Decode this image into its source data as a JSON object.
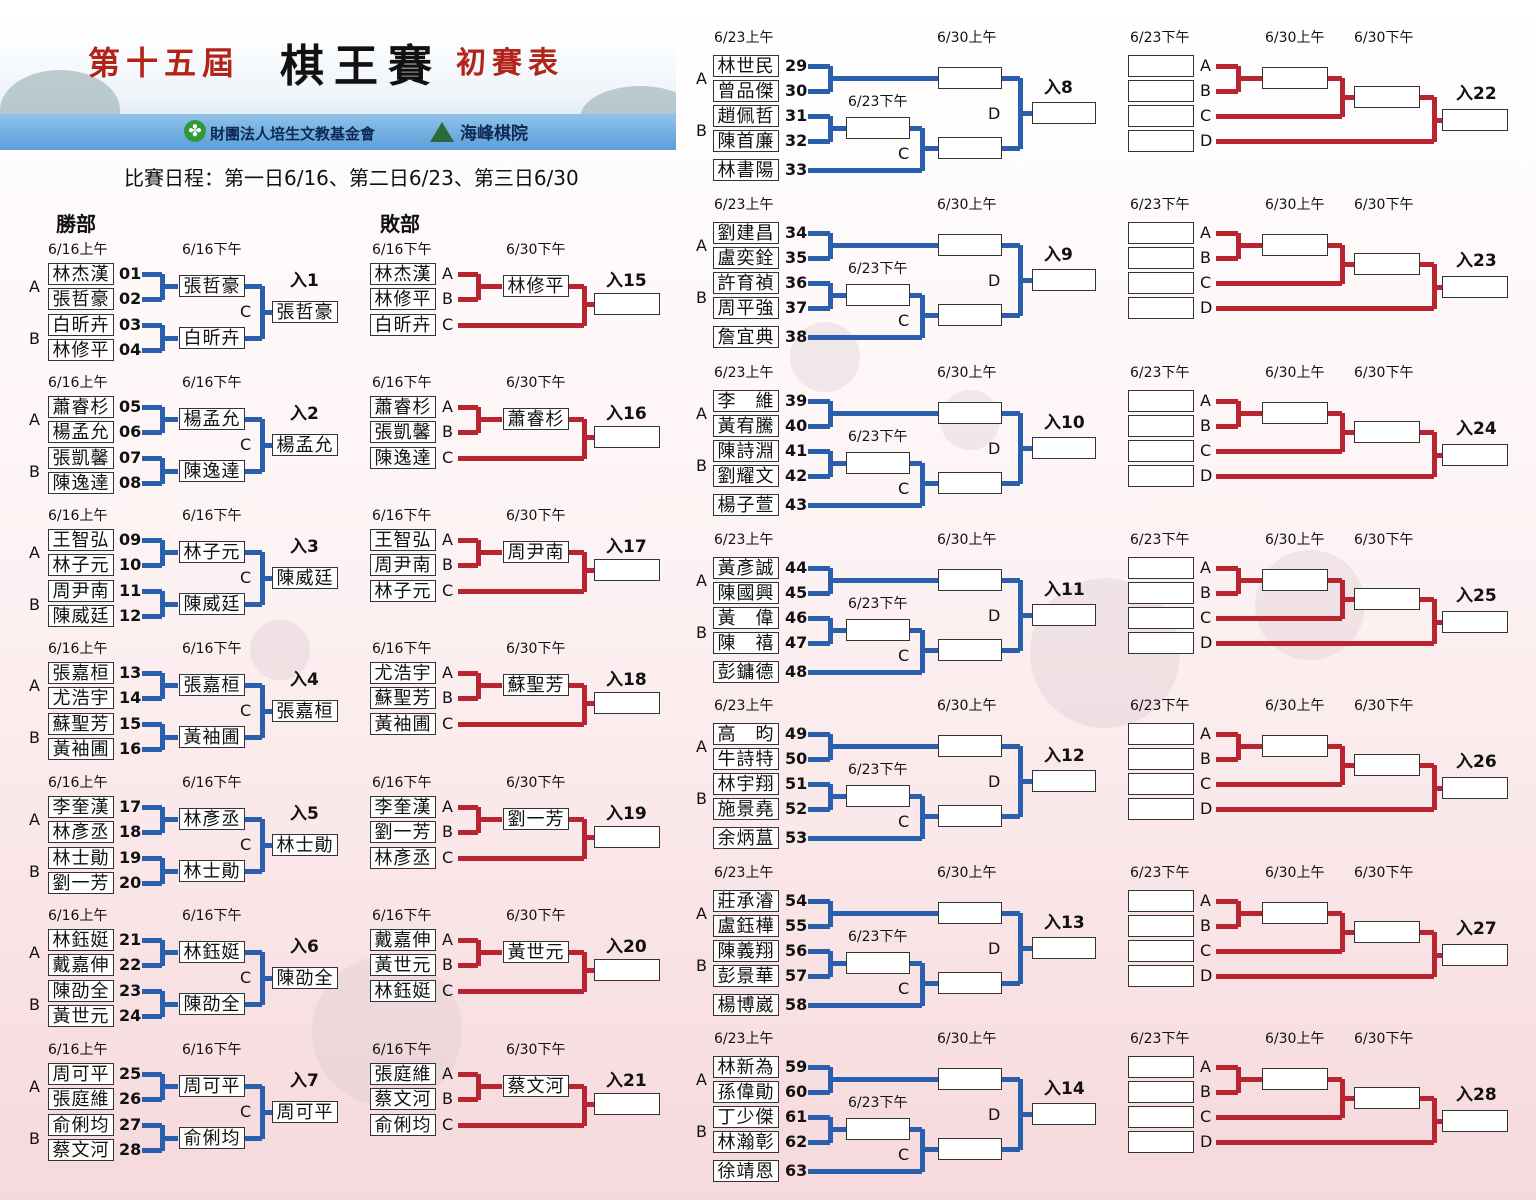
{
  "header": {
    "edition": "第十五屆",
    "title": "棋王賽",
    "subtitle": "初賽表",
    "foundation": "財團法人培生文教基金會",
    "school": "海峰棋院"
  },
  "schedule": "比賽日程：第一日6/16、第二日6/23、第三日6/30",
  "sections": {
    "winners": "勝部",
    "losers": "敗部"
  },
  "winners": [
    {
      "players": [
        "林杰漢",
        "張哲豪",
        "白昕卉",
        "林修平"
      ],
      "nums": [
        "01",
        "02",
        "03",
        "04"
      ],
      "r1": [
        "張哲豪",
        "白昕卉"
      ],
      "final": "張哲豪",
      "entry": "入1"
    },
    {
      "players": [
        "蕭睿杉",
        "楊孟允",
        "張凱馨",
        "陳逸達"
      ],
      "nums": [
        "05",
        "06",
        "07",
        "08"
      ],
      "r1": [
        "楊孟允",
        "陳逸達"
      ],
      "final": "楊孟允",
      "entry": "入2"
    },
    {
      "players": [
        "王智弘",
        "林子元",
        "周尹南",
        "陳威廷"
      ],
      "nums": [
        "09",
        "10",
        "11",
        "12"
      ],
      "r1": [
        "林子元",
        "陳威廷"
      ],
      "final": "陳威廷",
      "entry": "入3"
    },
    {
      "players": [
        "張嘉桓",
        "尤浩宇",
        "蘇聖芳",
        "黃袖圃"
      ],
      "nums": [
        "13",
        "14",
        "15",
        "16"
      ],
      "r1": [
        "張嘉桓",
        "黃袖圃"
      ],
      "final": "張嘉桓",
      "entry": "入4"
    },
    {
      "players": [
        "李奎漢",
        "林彥丞",
        "林士勛",
        "劉一芳"
      ],
      "nums": [
        "17",
        "18",
        "19",
        "20"
      ],
      "r1": [
        "林彥丞",
        "林士勛"
      ],
      "final": "林士勛",
      "entry": "入5"
    },
    {
      "players": [
        "林鈺娗",
        "戴嘉伸",
        "陳劭全",
        "黃世元"
      ],
      "nums": [
        "21",
        "22",
        "23",
        "24"
      ],
      "r1": [
        "林鈺娗",
        "陳劭全"
      ],
      "final": "陳劭全",
      "entry": "入6"
    },
    {
      "players": [
        "周可平",
        "張庭維",
        "俞俐均",
        "蔡文河"
      ],
      "nums": [
        "25",
        "26",
        "27",
        "28"
      ],
      "r1": [
        "周可平",
        "俞俐均"
      ],
      "final": "周可平",
      "entry": "入7"
    }
  ],
  "losers": [
    {
      "players": [
        "林杰漢",
        "林修平",
        "白昕卉"
      ],
      "winner": "林修平",
      "entry": "入15"
    },
    {
      "players": [
        "蕭睿杉",
        "張凱馨",
        "陳逸達"
      ],
      "winner": "蕭睿杉",
      "entry": "入16"
    },
    {
      "players": [
        "王智弘",
        "周尹南",
        "林子元"
      ],
      "winner": "周尹南",
      "entry": "入17"
    },
    {
      "players": [
        "尤浩宇",
        "蘇聖芳",
        "黃袖圃"
      ],
      "winner": "蘇聖芳",
      "entry": "入18"
    },
    {
      "players": [
        "李奎漢",
        "劉一芳",
        "林彥丞"
      ],
      "winner": "劉一芳",
      "entry": "入19"
    },
    {
      "players": [
        "戴嘉伸",
        "黃世元",
        "林鈺娗"
      ],
      "winner": "黃世元",
      "entry": "入20"
    },
    {
      "players": [
        "張庭維",
        "蔡文河",
        "俞俐均"
      ],
      "winner": "蔡文河",
      "entry": "入21"
    }
  ],
  "groups5": [
    {
      "players": [
        "林世民",
        "曾品傑",
        "趙佩哲",
        "陳首廉",
        "林書陽"
      ],
      "nums": [
        "29",
        "30",
        "31",
        "32",
        "33"
      ],
      "entry": "入8"
    },
    {
      "players": [
        "劉建昌",
        "盧奕銓",
        "許育禎",
        "周平強",
        "詹宜典"
      ],
      "nums": [
        "34",
        "35",
        "36",
        "37",
        "38"
      ],
      "entry": "入9"
    },
    {
      "players": [
        "李　維",
        "黃宥騰",
        "陳詩淵",
        "劉耀文",
        "楊子萱"
      ],
      "nums": [
        "39",
        "40",
        "41",
        "42",
        "43"
      ],
      "entry": "入10"
    },
    {
      "players": [
        "黃彥誠",
        "陳國興",
        "黃　偉",
        "陳　禧",
        "彭鏞德"
      ],
      "nums": [
        "44",
        "45",
        "46",
        "47",
        "48"
      ],
      "entry": "入11"
    },
    {
      "players": [
        "高　昀",
        "牛詩特",
        "林宇翔",
        "施景堯",
        "余炳蒀"
      ],
      "nums": [
        "49",
        "50",
        "51",
        "52",
        "53"
      ],
      "entry": "入12"
    },
    {
      "players": [
        "莊承濬",
        "盧鈺樺",
        "陳義翔",
        "彭景華",
        "楊博崴"
      ],
      "nums": [
        "54",
        "55",
        "56",
        "57",
        "58"
      ],
      "entry": "入13"
    },
    {
      "players": [
        "林新為",
        "孫偉勛",
        "丁少傑",
        "林瀚彰",
        "徐靖恩"
      ],
      "nums": [
        "59",
        "60",
        "61",
        "62",
        "63"
      ],
      "entry": "入14"
    }
  ],
  "right_entries": [
    "入22",
    "入23",
    "入24",
    "入25",
    "入26",
    "入27",
    "入28"
  ],
  "labels": {
    "d616am": "6/16上午",
    "d616pm": "6/16下午",
    "d630pm": "6/30下午",
    "d623am": "6/23上午",
    "d623pm": "6/23下午",
    "d630am": "6/30上午",
    "A": "A",
    "B": "B",
    "C": "C",
    "D": "D"
  },
  "colors": {
    "blue": "#2a5fad",
    "red": "#b8242f"
  }
}
